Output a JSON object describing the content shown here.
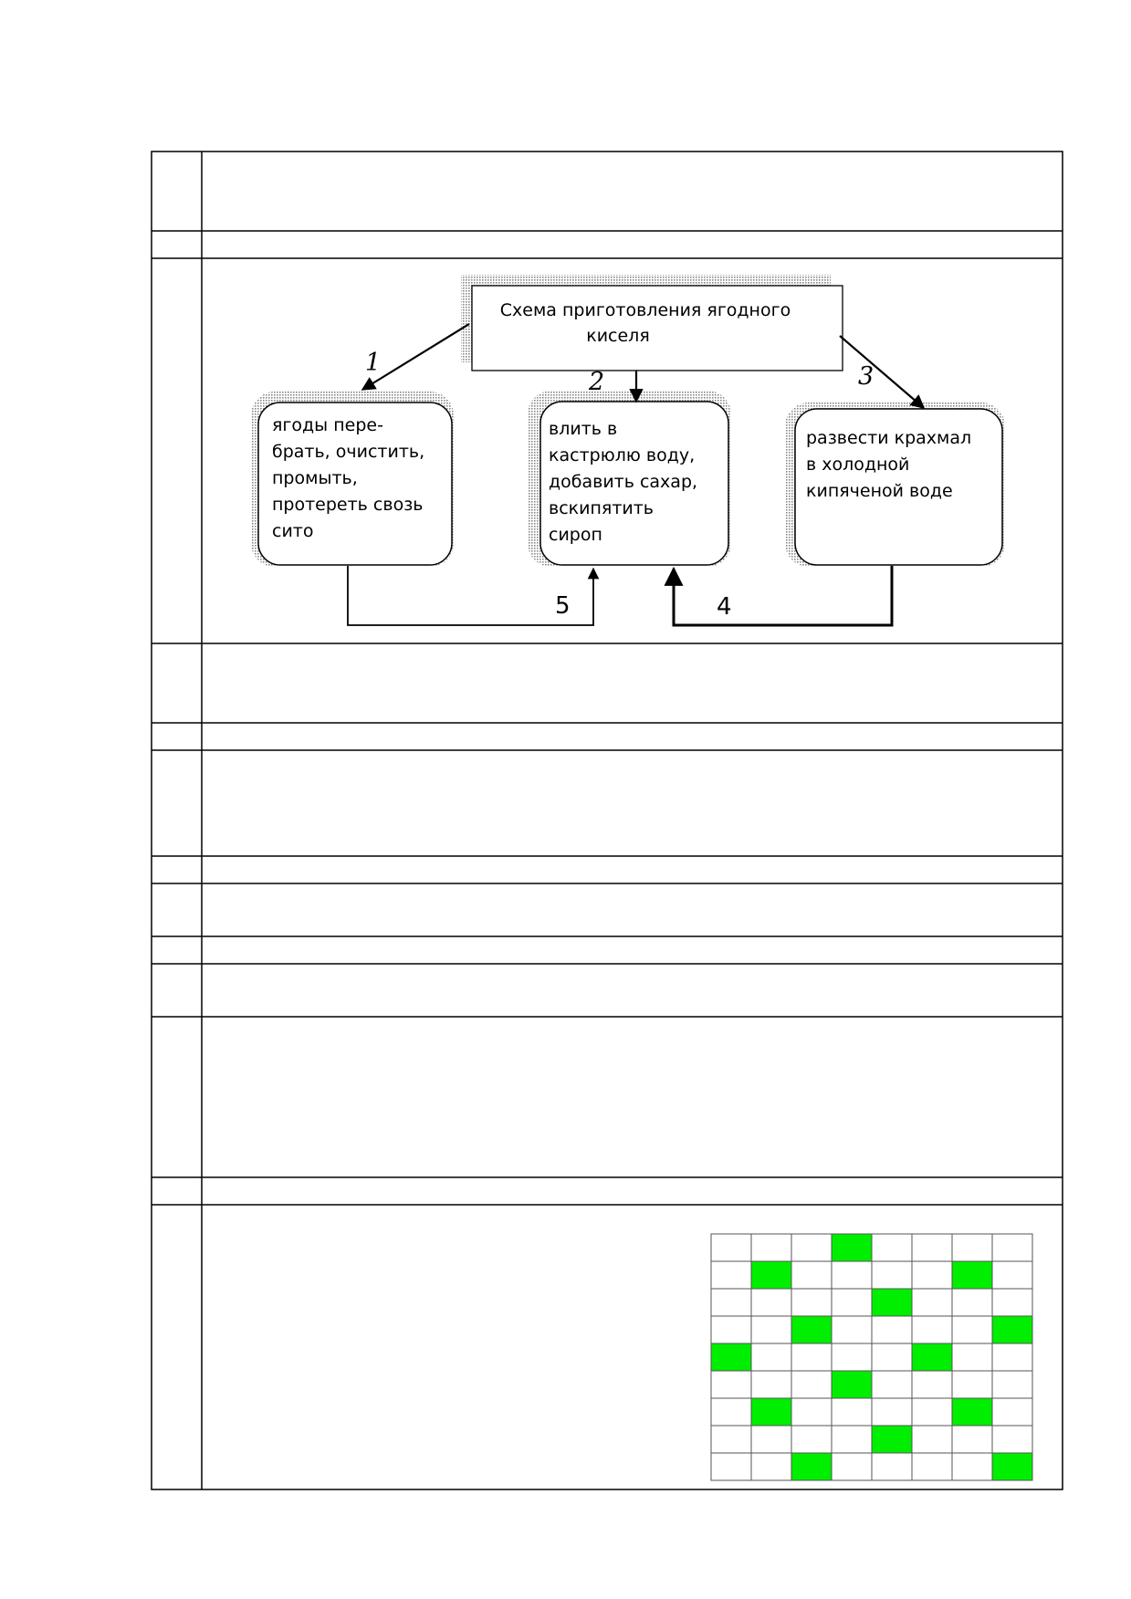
{
  "diagram": {
    "title_lines": [
      "Схема приготовления ягодного",
      "киселя"
    ],
    "boxes": [
      {
        "lines": [
          "ягоды пере-",
          "брать, очистить,",
          "промыть,",
          "протереть свозь",
          "сито"
        ]
      },
      {
        "lines": [
          "влить в",
          "кастрюлю воду,",
          "добавить сахар,",
          "вскипятить",
          "сироп"
        ]
      },
      {
        "lines": [
          "развести крахмал",
          "в холодной",
          "кипяченой воде"
        ]
      }
    ],
    "arrow_labels": [
      "1",
      "2",
      "3",
      "5",
      "4"
    ]
  },
  "pattern_grid": {
    "rows": 9,
    "cols": 8,
    "fill_color": "#00ee00",
    "filled_cells": [
      [
        0,
        3
      ],
      [
        1,
        1
      ],
      [
        1,
        6
      ],
      [
        2,
        4
      ],
      [
        3,
        2
      ],
      [
        3,
        7
      ],
      [
        4,
        0
      ],
      [
        4,
        5
      ],
      [
        5,
        3
      ],
      [
        6,
        1
      ],
      [
        6,
        6
      ],
      [
        7,
        4
      ],
      [
        8,
        2
      ],
      [
        8,
        7
      ]
    ]
  },
  "colors": {
    "border": "#000000",
    "shadow": "#9a9a9a",
    "grid_line": "#555555"
  }
}
